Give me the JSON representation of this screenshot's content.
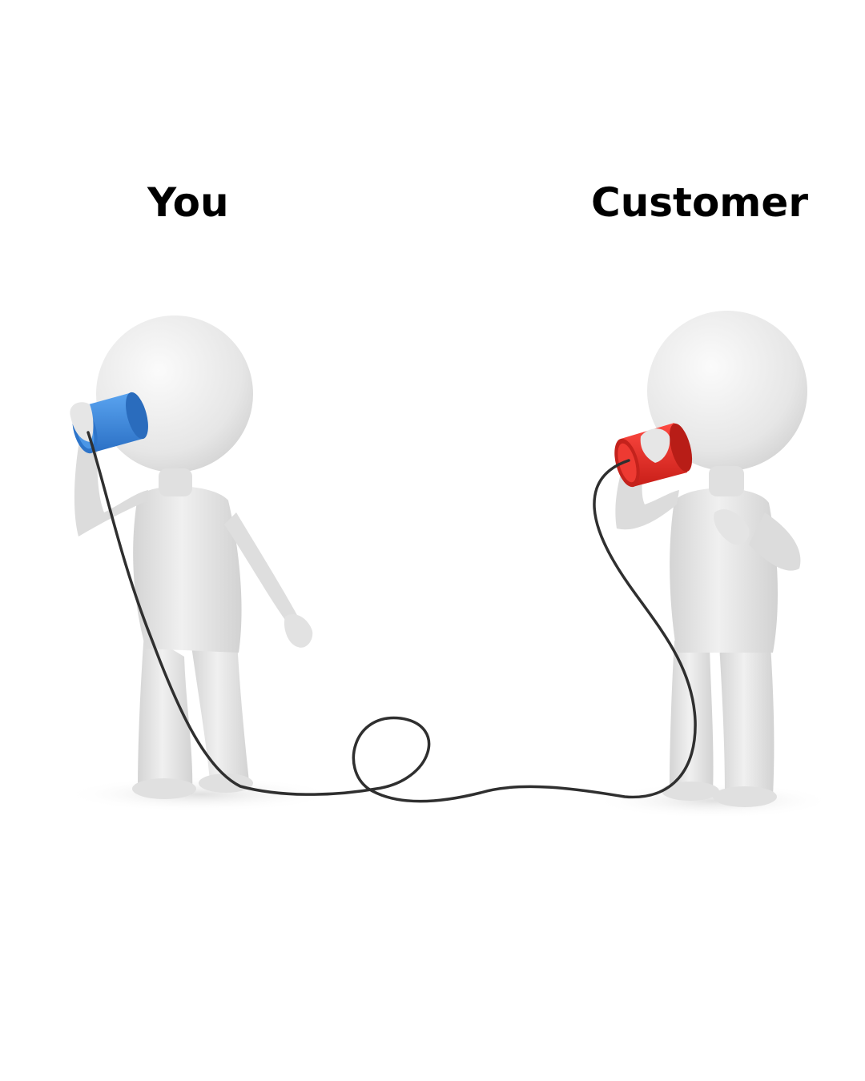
{
  "labels": {
    "left": "You",
    "right": "Customer"
  },
  "figures": {
    "left": {
      "role": "figure-you",
      "can_color": "#3a87dd"
    },
    "right": {
      "role": "figure-customer",
      "can_color": "#e8322c"
    }
  },
  "colors": {
    "background": "#ffffff",
    "figure": "#e4e4e4",
    "figure_shade": "#c9c9c9",
    "string": "#333333",
    "text": "#000000"
  }
}
